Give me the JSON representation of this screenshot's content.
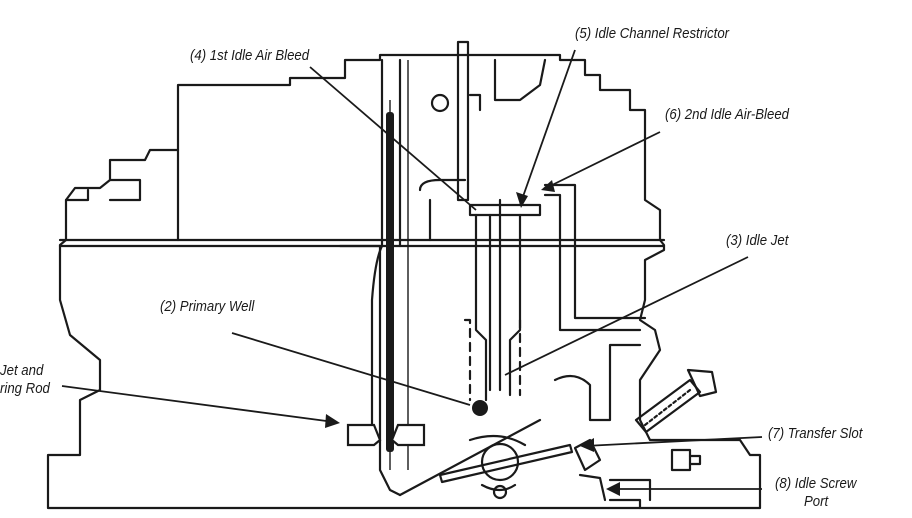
{
  "labels": {
    "main_jet": "Jet and\nring Rod",
    "main_jet_line1": "Jet and",
    "main_jet_line2": "ring Rod",
    "primary_well": "(2)  Primary Well",
    "idle_jet": "(3)  Idle Jet",
    "first_idle_air_bleed": "(4)  1st Idle Air Bleed",
    "idle_channel_restrictor": "(5)  Idle Channel Restrictor",
    "second_idle_air_bleed": "(6)  2nd Idle Air-Bleed",
    "transfer_slot": "(7)  Transfer Slot",
    "idle_screw_port_line1": "(8)  Idle Screw",
    "idle_screw_port_line2": "Port"
  },
  "colors": {
    "ink": "#1a1a1a",
    "background": "#ffffff"
  }
}
